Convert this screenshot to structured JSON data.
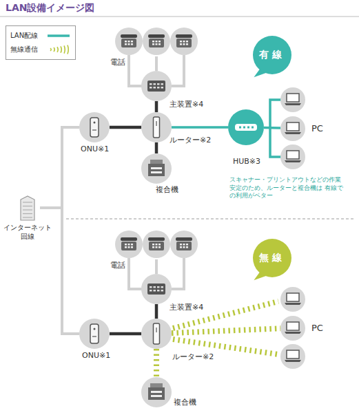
{
  "diagram": {
    "title": "LAN設備イメージ図",
    "nodes": [
      {
        "text": [
          "インターネット 回線"
        ]
      },
      {
        "text": [
          "ONU※1"
        ]
      },
      {
        "text": [
          "電話"
        ]
      },
      {
        "text": [
          "主装置※4"
        ]
      },
      {
        "text": [
          "ルーター※2"
        ]
      },
      {
        "text": [
          "複合機"
        ]
      },
      {
        "text": [
          "HUB※3"
        ]
      },
      {
        "text": [
          "PC"
        ]
      },
      {
        "text": [
          "有線"
        ]
      },
      {
        "text": [
          "ONU※1"
        ]
      },
      {
        "text": [
          "電話"
        ]
      },
      {
        "text": [
          "主装置※4"
        ]
      },
      {
        "text": [
          "ルーター※2"
        ]
      },
      {
        "text": [
          "複合機"
        ]
      },
      {
        "text": [
          "PC"
        ]
      },
      {
        "text": [
          "無線"
        ]
      }
    ],
    "edges": [
      {
        "from": 0,
        "to": 1,
        "arrow": "none"
      },
      {
        "from": 1,
        "to": 4,
        "arrow": "none"
      },
      {
        "from": 2,
        "to": 3,
        "arrow": "none"
      },
      {
        "from": 3,
        "to": 4,
        "arrow": "none"
      },
      {
        "from": 4,
        "to": 5,
        "arrow": "none"
      },
      {
        "from": 4,
        "to": 6,
        "arrow": "none"
      },
      {
        "from": 6,
        "to": 7,
        "arrow": "none"
      },
      {
        "from": 0,
        "to": 9,
        "arrow": "none"
      },
      {
        "from": 9,
        "to": 12,
        "arrow": "none"
      },
      {
        "from": 10,
        "to": 11,
        "arrow": "none"
      },
      {
        "from": 11,
        "to": 12,
        "arrow": "none"
      },
      {
        "from": 12,
        "to": 13,
        "arrow": "none"
      },
      {
        "from": 12,
        "to": 14,
        "arrow": "none"
      }
    ],
    "labels": [
      "スキャナー・プリントアウトなどの作業 安定のため、ルーターと複合機は 有線での利用がベター"
    ],
    "legend": [
      {
        "text": "LAN配線"
      },
      {
        "text": "無線通信"
      }
    ]
  }
}
